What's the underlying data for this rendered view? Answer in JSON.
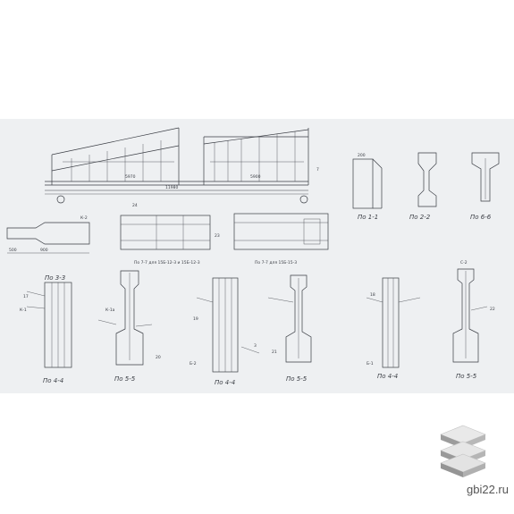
{
  "drawing": {
    "section_labels": [
      "По 1-1",
      "По 2-2",
      "По 6-6",
      "По 7-7 для 15Б-12-3 и 15Б-12-3",
      "По 7-7 для 15Б-15-3",
      "По 3-3",
      "По 4-4",
      "По 5-5",
      "По 4-4",
      "По 5-5",
      "По 4-4",
      "По 5-5"
    ],
    "marks": {
      "k2": "К-2",
      "k1": "К-1",
      "k1a": "К-1а",
      "b2": "Б-2",
      "b1": "Б-1",
      "s2": "С-2",
      "n3": "3",
      "n7": "7",
      "n17": "17",
      "n18": "18",
      "n19": "19",
      "n20": "20",
      "n21": "21",
      "n22": "22",
      "n23": "23",
      "n24": "24"
    },
    "dimensions": {
      "d1": "11980",
      "d2": "5970",
      "d3": "5900",
      "d4": "900",
      "d5": "500",
      "d6": "200"
    }
  },
  "brand": {
    "site": "gbi22.ru",
    "logo_icon": "stacked-slabs-icon"
  },
  "colors": {
    "paper": "#eef0f2",
    "ink": "#3a3d44",
    "background": "#ffffff"
  }
}
